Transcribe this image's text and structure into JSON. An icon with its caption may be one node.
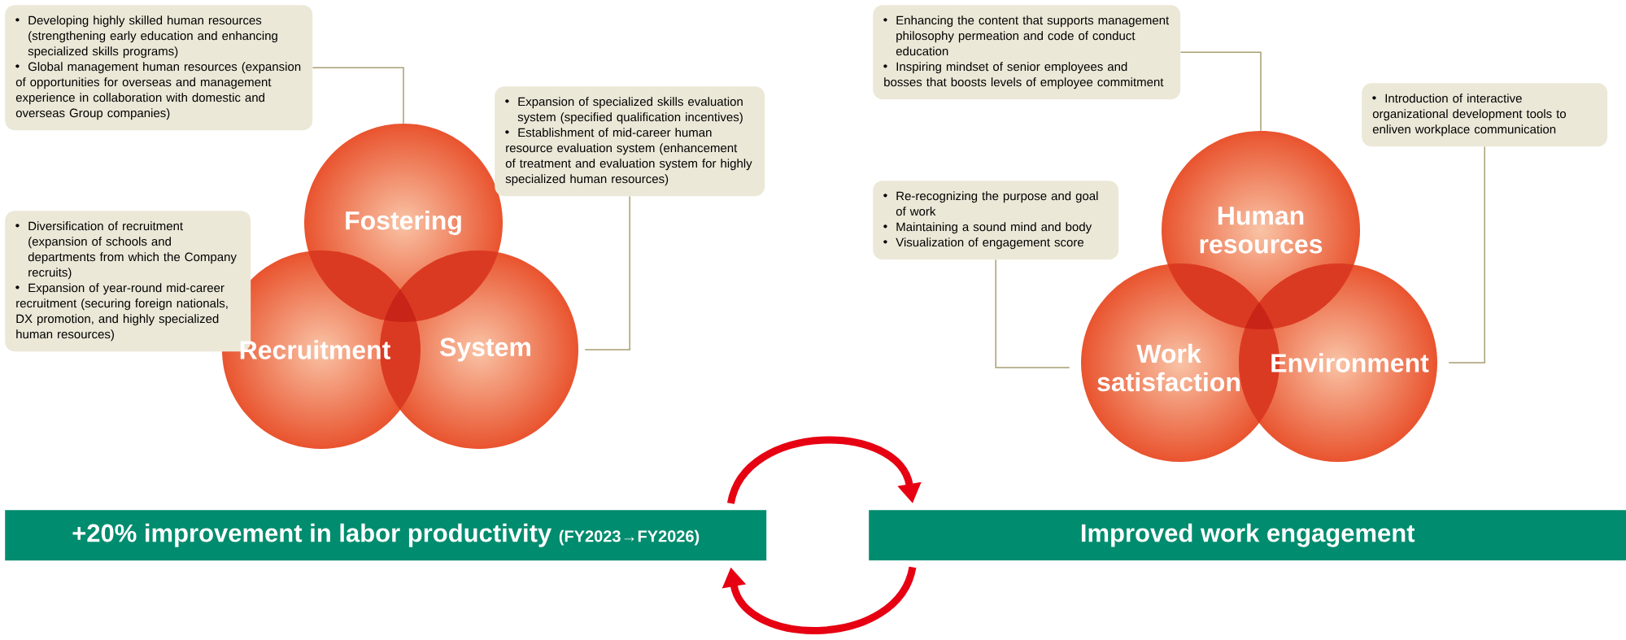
{
  "diagram": {
    "nodes": [
      {
        "text": [
          "Developing highly skilled human resources (strengthening early education and enhancing specialized skills programs)",
          "Global management human resources (expansion of opportunities for overseas and management experience in collaboration with domestic and overseas Group companies)"
        ]
      },
      {
        "text": [
          "Diversification of recruitment (expansion of schools and departments from which the Company recruits)",
          "Expansion of year-round mid-career recruitment (securing foreign nationals, DX promotion, and highly specialized human resources)"
        ]
      },
      {
        "text": [
          "Expansion of specialized skills evaluation system (specified qualification incentives)",
          "Establishment of mid-career human resource evaluation system (enhancement of treatment and evaluation system for highly specialized human resources)"
        ]
      },
      {
        "text": [
          "Fostering"
        ]
      },
      {
        "text": [
          "Recruitment"
        ]
      },
      {
        "text": [
          "System"
        ]
      },
      {
        "text": [
          "+20% improvement in labor productivity",
          "(FY2023→FY2026)"
        ]
      },
      {
        "text": [
          "Enhancing the content that supports management philosophy permeation and code of conduct education",
          "Inspiring mindset of senior employees and bosses that boosts levels of employee commitment"
        ]
      },
      {
        "text": [
          "Introduction of interactive organizational development tools to enliven workplace communication"
        ]
      },
      {
        "text": [
          "Re-recognizing the purpose and goal of work",
          "Maintaining a sound mind and body",
          "Visualization of engagement score"
        ]
      },
      {
        "text": [
          "Human resources"
        ]
      },
      {
        "text": [
          "Work satisfaction"
        ]
      },
      {
        "text": [
          "Environment"
        ]
      },
      {
        "text": [
          "Improved work engagement"
        ]
      }
    ],
    "edges": [
      {
        "from": 0,
        "to": 3,
        "arrow": "none"
      },
      {
        "from": 2,
        "to": 5,
        "arrow": "none"
      },
      {
        "from": 7,
        "to": 10,
        "arrow": "none"
      },
      {
        "from": 8,
        "to": 12,
        "arrow": "none"
      },
      {
        "from": 9,
        "to": 11,
        "arrow": "none"
      },
      {
        "from": 6,
        "to": 13,
        "arrow": "to",
        "style": "thick",
        "color": "#e60012"
      },
      {
        "from": 13,
        "to": 6,
        "arrow": "to",
        "style": "thick",
        "color": "#e60012"
      }
    ]
  }
}
